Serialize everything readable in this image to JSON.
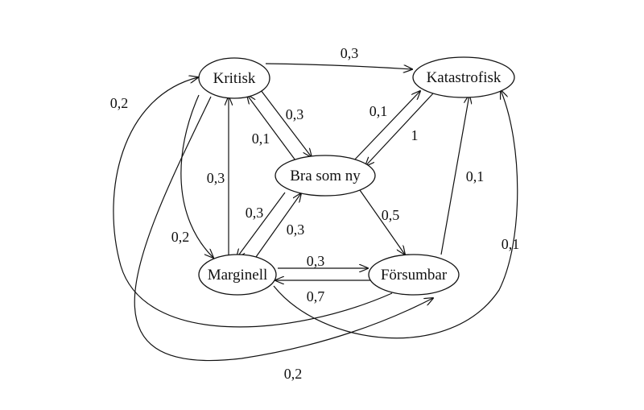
{
  "diagram": {
    "nodes": {
      "kritisk": "Kritisk",
      "katastrofisk": "Katastrofisk",
      "bra_som_ny": "Bra som ny",
      "marginell": "Marginell",
      "forsumbar": "Försumbar"
    },
    "edges": [
      {
        "from": "Kritisk",
        "to": "Katastrofisk",
        "label": "0,3"
      },
      {
        "from": "Kritisk",
        "to": "Bra som ny",
        "label": "0,3"
      },
      {
        "from": "Bra som ny",
        "to": "Kritisk",
        "label": "0,1"
      },
      {
        "from": "Kritisk",
        "to": "Marginell",
        "label": "0,2"
      },
      {
        "from": "Kritisk",
        "to": "Försumbar",
        "label": "0,2"
      },
      {
        "from": "Marginell",
        "to": "Kritisk",
        "label": "0,3"
      },
      {
        "from": "Marginell",
        "to": "Bra som ny",
        "label": "0,3"
      },
      {
        "from": "Bra som ny",
        "to": "Marginell",
        "label": "0,3"
      },
      {
        "from": "Marginell",
        "to": "Försumbar",
        "label": "0,3"
      },
      {
        "from": "Försumbar",
        "to": "Marginell",
        "label": "0,7"
      },
      {
        "from": "Marginell",
        "to": "Katastrofisk",
        "label": "0,1"
      },
      {
        "from": "Bra som ny",
        "to": "Katastrofisk",
        "label": "0,1"
      },
      {
        "from": "Katastrofisk",
        "to": "Bra som ny",
        "label": "1"
      },
      {
        "from": "Bra som ny",
        "to": "Försumbar",
        "label": "0,5"
      },
      {
        "from": "Försumbar",
        "to": "Katastrofisk",
        "label": "0,1"
      },
      {
        "from": "Försumbar",
        "to": "Kritisk",
        "label": "0,2"
      }
    ]
  }
}
